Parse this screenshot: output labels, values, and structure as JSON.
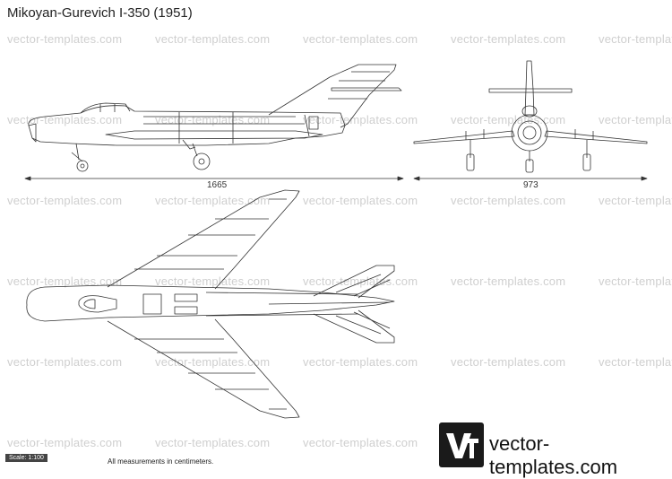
{
  "title": "Mikoyan-Gurevich I-350 (1951)",
  "watermark": "vector-templates.com",
  "dimensions": {
    "length": "1665",
    "span": "973"
  },
  "scale_label": "Scale: 1:100",
  "note": "All measurements in centimeters.",
  "logo": {
    "text": "vector-templates.com",
    "mark": "Vt"
  }
}
